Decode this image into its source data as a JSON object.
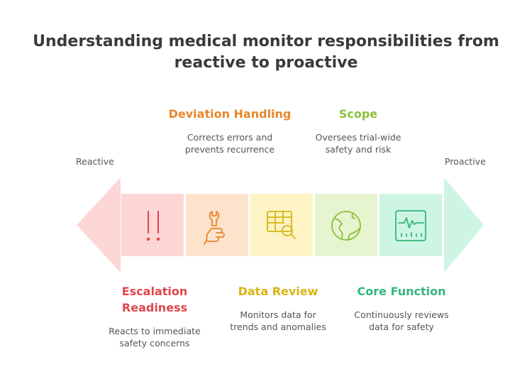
{
  "title": "Understanding medical monitor responsibilities from reactive to proactive",
  "left_end_label": "Reactive",
  "right_end_label": "Proactive",
  "stages": [
    {
      "heading": "Escalation Readiness",
      "description": "Reacts to immediate safety concerns",
      "icon": "double-exclamation-icon",
      "color": "#e0474c",
      "fill": "#fdd6d6"
    },
    {
      "heading": "Deviation Handling",
      "description": "Corrects errors and prevents recurrence",
      "icon": "wrench-hand-icon",
      "color": "#e8872a",
      "fill": "#fde2cc"
    },
    {
      "heading": "Data Review",
      "description": "Monitors data for trends and anomalies",
      "icon": "table-search-icon",
      "color": "#d7b514",
      "fill": "#fdf3c4"
    },
    {
      "heading": "Scope",
      "description": "Oversees trial-wide safety and risk",
      "icon": "globe-icon",
      "color": "#8cbf3a",
      "fill": "#e6f5cf"
    },
    {
      "heading": "Core Function",
      "description": "Continuously reviews data for safety",
      "icon": "monitor-waveform-icon",
      "color": "#34b77a",
      "fill": "#cef5e3"
    }
  ]
}
